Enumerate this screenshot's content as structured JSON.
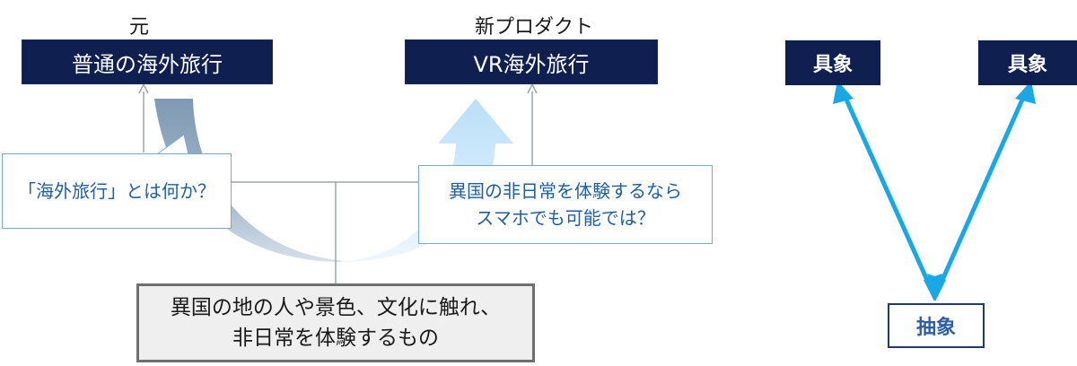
{
  "left_diagram": {
    "origin_label": "元",
    "origin_box": "普通の海外旅行",
    "product_label": "新プロダクト",
    "product_box": "VR海外旅行",
    "callout_left": "「海外旅行」とは何か？",
    "callout_right": [
      "異国の非日常を体験するなら",
      "スマホでも可能では？"
    ],
    "core_box": [
      "異国の地の人や景色、文化に触れ、",
      "非日常を体験するもの"
    ]
  },
  "right_diagram": {
    "top_left": "具象",
    "top_right": "具象",
    "bottom": "抽象"
  },
  "colors": {
    "navy": "#0f1f4f",
    "arrow_gray": "#8aa6bf",
    "arrow_light_blue": "#cfe7f9",
    "v_arrow": "#19a8e6"
  }
}
